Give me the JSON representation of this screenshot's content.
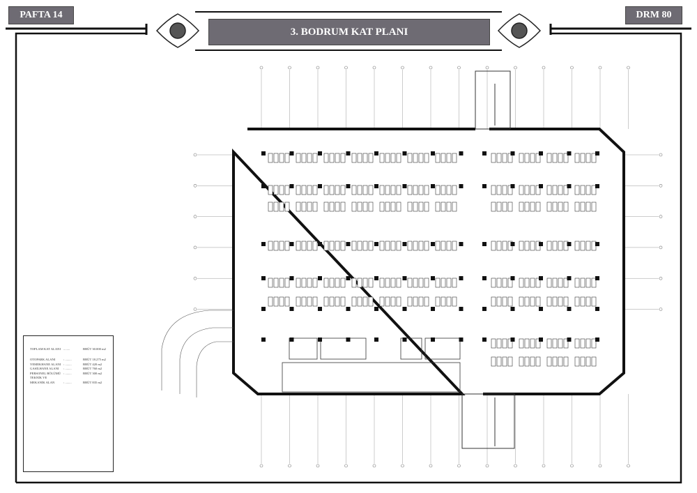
{
  "header": {
    "sheet_label": "PAFTA 14",
    "drawing_code": "DRM 80",
    "title": "3. BODRUM KAT PLANI"
  },
  "legend": {
    "total": {
      "label": "TOPLAM KAT ALANI",
      "dots": "........",
      "value": "BRÜT 30.000 m2"
    },
    "items": [
      {
        "label": "OTOPARK ALANI",
        "dots": ": ........",
        "value": "BRÜT 18.275 m2"
      },
      {
        "label": "YEMEKHANE ALANI",
        "dots": ": ........",
        "value": "BRÜT   420 m2"
      },
      {
        "label": "GASİLHANE ALANI",
        "dots": ": ........",
        "value": "BRÜT   760 m2"
      },
      {
        "label": "PERSONEL BÖLÜMÜ",
        "dots": ": ........",
        "value": "BRÜT   300 m2"
      },
      {
        "label": "TEKNİK VE",
        "dots": "",
        "value": ""
      },
      {
        "label": "MEKANİK ALAN",
        "dots": ": ........",
        "value": "BRÜT   835 m2"
      }
    ]
  },
  "colors": {
    "banner": "#6e6b73",
    "wall": "#111111",
    "line": "#888888"
  }
}
